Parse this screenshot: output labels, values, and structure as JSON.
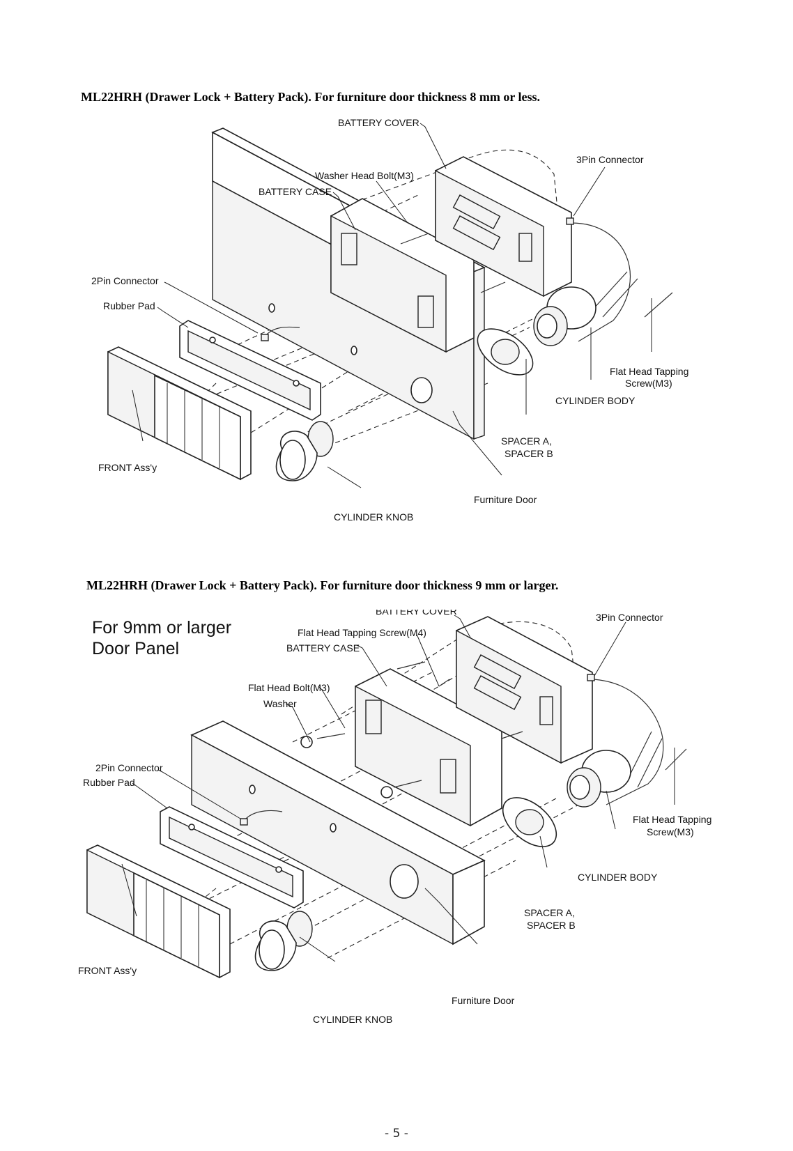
{
  "section1": {
    "heading": "ML22HRH (Drawer Lock + Battery Pack). For furniture door thickness 8 mm or less.",
    "labels": {
      "battery_cover": "BATTERY COVER",
      "pin3_connector": "3Pin Connector",
      "washer_head_bolt": "Washer Head Bolt(M3)",
      "battery_case": "BATTERY CASE",
      "pin2_connector": "2Pin Connector",
      "rubber_pad": "Rubber Pad",
      "flat_head_tapping_1": "Flat Head Tapping",
      "flat_head_tapping_2": "Screw(M3)",
      "cylinder_body": "CYLINDER BODY",
      "spacer_a": "SPACER A,",
      "spacer_b": "SPACER B",
      "front_assy": "FRONT Ass'y",
      "furniture_door": "Furniture Door",
      "cylinder_knob": "CYLINDER KNOB"
    }
  },
  "section2": {
    "heading": "ML22HRH (Drawer Lock + Battery Pack). For furniture door thickness 9 mm or larger.",
    "labels": {
      "panel_title_1": "For 9mm or larger",
      "panel_title_2": "Door Panel",
      "battery_cover": "BATTERY COVER",
      "pin3_connector": "3Pin Connector",
      "flat_head_tapping_m4": "Flat Head Tapping Screw(M4)",
      "battery_case": "BATTERY CASE",
      "flat_head_bolt": "Flat Head Bolt(M3)",
      "washer": "Washer",
      "pin2_connector": "2Pin Connector",
      "rubber_pad": "Rubber Pad",
      "flat_head_tapping_1": "Flat Head Tapping",
      "flat_head_tapping_2": "Screw(M3)",
      "cylinder_body": "CYLINDER BODY",
      "spacer_a": "SPACER A,",
      "spacer_b": "SPACER B",
      "front_assy": "FRONT Ass'y",
      "furniture_door": "Furniture Door",
      "cylinder_knob": "CYLINDER KNOB"
    }
  },
  "page_number": "- 5 -"
}
